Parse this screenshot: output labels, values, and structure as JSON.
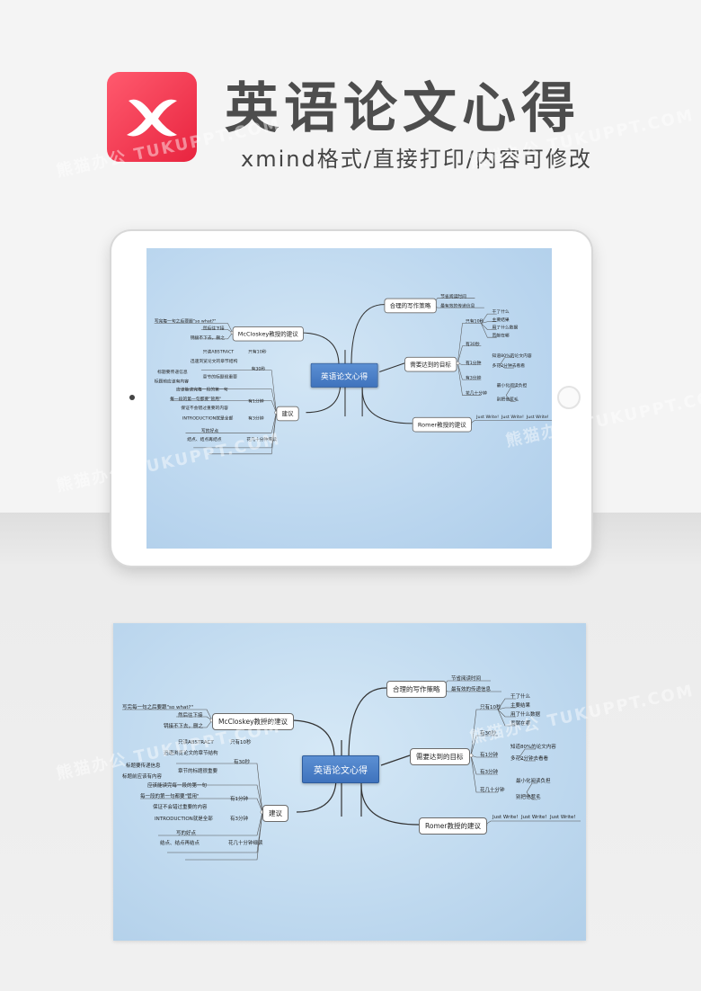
{
  "header": {
    "title": "英语论文心得",
    "subtitle": "xmind格式/直接打印/内容可修改",
    "logo_letter": "X"
  },
  "colors": {
    "logo": "#e8243f",
    "central_node": "#4a7fc8",
    "map_background": "#c4dcf1"
  },
  "mindmap": {
    "central": "英语论文心得",
    "branches": {
      "writing_strategy": {
        "label": "合理的写作策略",
        "items": [
          "节省阅读时间",
          "最有效的传递信息"
        ]
      },
      "goals": {
        "label": "需要达到的目标",
        "groups": [
          {
            "label": "只有10秒",
            "items": [
              "干了什么",
              "主要结果",
              "用了什么数据",
              "贡献在哪"
            ]
          },
          {
            "label": "有30秒",
            "items": []
          },
          {
            "label": "有1分钟",
            "items": [
              "知道80%的论文内容",
              "多花2分钟去看看"
            ]
          },
          {
            "label": "有3分钟",
            "items": []
          },
          {
            "label": "花几十分钟",
            "items": [
              "最小化阅读负担",
              "别把他惹毛"
            ]
          }
        ]
      },
      "romer": {
        "label": "Romer教授的建议",
        "items": [
          "Just Write!",
          "Just Write!",
          "Just Write!"
        ]
      },
      "mccloskey": {
        "label": "McCloskey教授的建议",
        "items": [
          "写完每一句之后要跟\"so what?\"",
          "然后往下接",
          "钥接不下去，删之"
        ]
      },
      "advice": {
        "label": "建议",
        "items": [
          "只读ABSTRACT",
          "只有10秒",
          "迅速浏览论文的章节结构",
          "有30秒",
          "标题要传递信息",
          "章节的标题很重要",
          "标题前应该有内容",
          "应该能读完每一段的第一句",
          "每一段的第一句都要\"管用\"",
          "有1分钟",
          "保证不会错过重要的内容",
          "INTRODUCTION就是全部",
          "有3分钟",
          "写的好点",
          "结点、结点再结点",
          "花几十分钟细读"
        ]
      }
    }
  },
  "watermark": "熊猫办公 TUKUPPT.COM"
}
